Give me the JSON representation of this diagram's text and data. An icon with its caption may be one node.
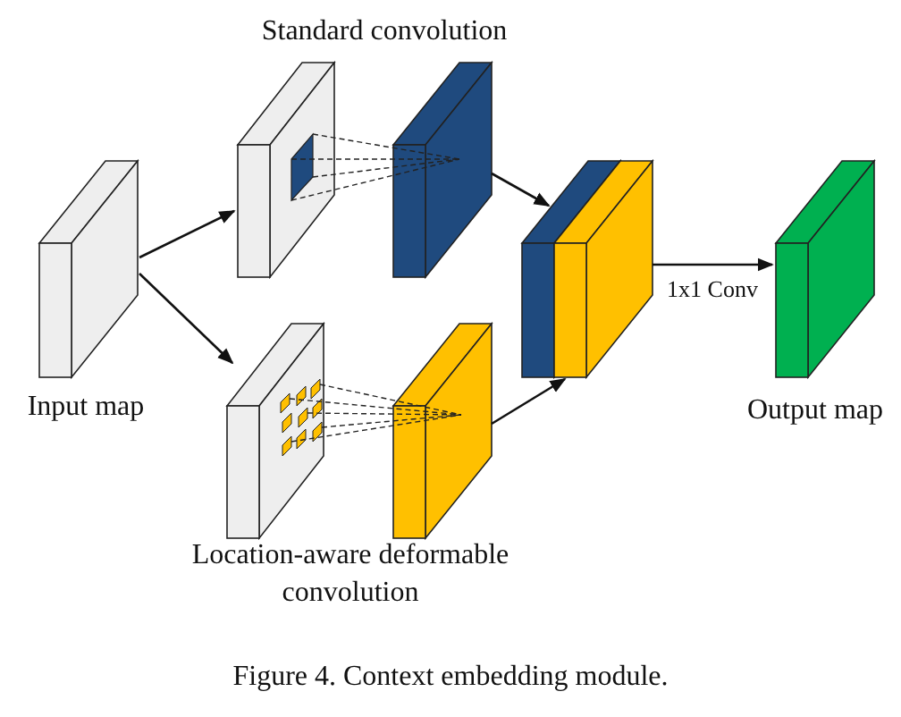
{
  "diagram": {
    "caption": "Figure 4. Context embedding module.",
    "nodes": [
      {
        "text": [
          "Input map"
        ]
      },
      {
        "text": [
          "Standard convolution"
        ]
      },
      {
        "text": [],
        "shape": "box"
      },
      {
        "text": [
          "Location-aware deformable convolution"
        ]
      },
      {
        "text": [],
        "shape": "box"
      },
      {
        "text": [],
        "shape": "box"
      },
      {
        "text": [
          "Output map"
        ]
      }
    ],
    "edges": [
      {
        "from": 0,
        "to": 1,
        "arrow": "to"
      },
      {
        "from": 0,
        "to": 3,
        "arrow": "to"
      },
      {
        "from": 2,
        "to": 5,
        "arrow": "to"
      },
      {
        "from": 4,
        "to": 5,
        "arrow": "to"
      },
      {
        "from": 5,
        "to": 6,
        "arrow": "to",
        "label": "1x1 Conv"
      }
    ]
  }
}
